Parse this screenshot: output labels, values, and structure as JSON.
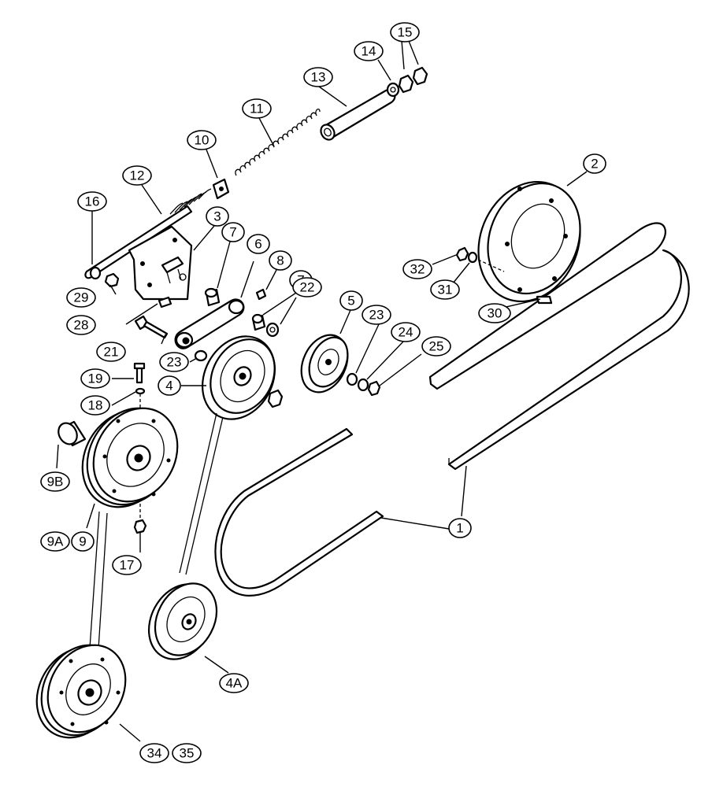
{
  "callouts": [
    {
      "id": "c15",
      "label": "15"
    },
    {
      "id": "c14",
      "label": "14"
    },
    {
      "id": "c13",
      "label": "13"
    },
    {
      "id": "c11",
      "label": "11"
    },
    {
      "id": "c10",
      "label": "10"
    },
    {
      "id": "c2",
      "label": "2"
    },
    {
      "id": "c12",
      "label": "12"
    },
    {
      "id": "c16",
      "label": "16"
    },
    {
      "id": "c3",
      "label": "3"
    },
    {
      "id": "c7a",
      "label": "7"
    },
    {
      "id": "c6",
      "label": "6"
    },
    {
      "id": "c8",
      "label": "8"
    },
    {
      "id": "c7b",
      "label": "7"
    },
    {
      "id": "c22",
      "label": "22"
    },
    {
      "id": "c32",
      "label": "32"
    },
    {
      "id": "c31",
      "label": "31"
    },
    {
      "id": "c29",
      "label": "29"
    },
    {
      "id": "c5",
      "label": "5"
    },
    {
      "id": "c28",
      "label": "28"
    },
    {
      "id": "c30",
      "label": "30"
    },
    {
      "id": "c23a",
      "label": "23"
    },
    {
      "id": "c24",
      "label": "24"
    },
    {
      "id": "c21",
      "label": "21"
    },
    {
      "id": "c25",
      "label": "25"
    },
    {
      "id": "c23b",
      "label": "23"
    },
    {
      "id": "c19",
      "label": "19"
    },
    {
      "id": "c4",
      "label": "4"
    },
    {
      "id": "c18",
      "label": "18"
    },
    {
      "id": "c9b",
      "label": "9B"
    },
    {
      "id": "c1",
      "label": "1"
    },
    {
      "id": "c9a",
      "label": "9A"
    },
    {
      "id": "c9",
      "label": "9"
    },
    {
      "id": "c17",
      "label": "17"
    },
    {
      "id": "c4a",
      "label": "4A"
    },
    {
      "id": "c34",
      "label": "34"
    },
    {
      "id": "c35",
      "label": "35"
    }
  ]
}
